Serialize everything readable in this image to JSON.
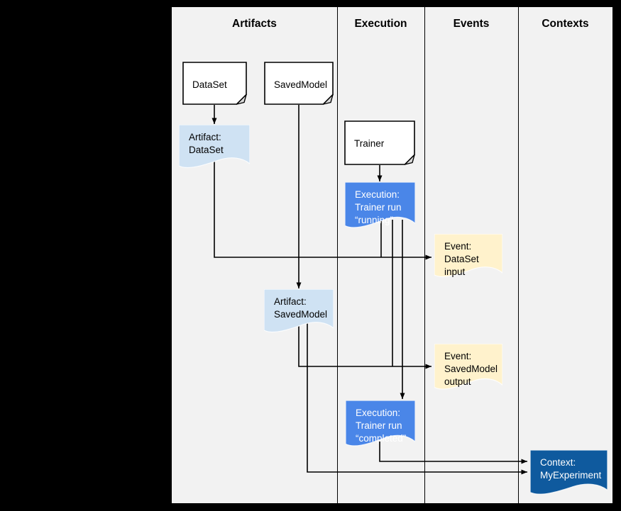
{
  "lanes": [
    {
      "label": "Artifacts"
    },
    {
      "label": "Execution"
    },
    {
      "label": "Events"
    },
    {
      "label": "Contexts"
    }
  ],
  "nodes": {
    "dataset_doc": {
      "text": "DataSet"
    },
    "savedmodel_doc": {
      "text": "SavedModel"
    },
    "trainer_doc": {
      "text": "Trainer"
    },
    "artifact_dataset": {
      "text": "Artifact:\nDataSet"
    },
    "execution_running": {
      "text": "Execution:\nTrainer run\n“running”"
    },
    "event_dataset_input": {
      "text": "Event:\nDataSet input"
    },
    "artifact_savedmodel": {
      "text": "Artifact:\nSavedModel"
    },
    "event_savedmodel_output": {
      "text": "Event:\nSavedModel\noutput"
    },
    "execution_completed": {
      "text": "Execution:\nTrainer run\n“completed”"
    },
    "context_myexperiment": {
      "text": "Context:\nMyExperiment"
    }
  },
  "colors": {
    "page-bg": "#000000",
    "canvas-bg": "#f2f2f2",
    "doc-fill": "#ffffff",
    "artifact-fill": "#cfe2f3",
    "execution-fill": "#4a86e8",
    "event-fill": "#fff2cc",
    "context-fill": "#0f5a9e",
    "line": "#000000",
    "text-dark": "#000000",
    "text-light": "#ffffff"
  }
}
